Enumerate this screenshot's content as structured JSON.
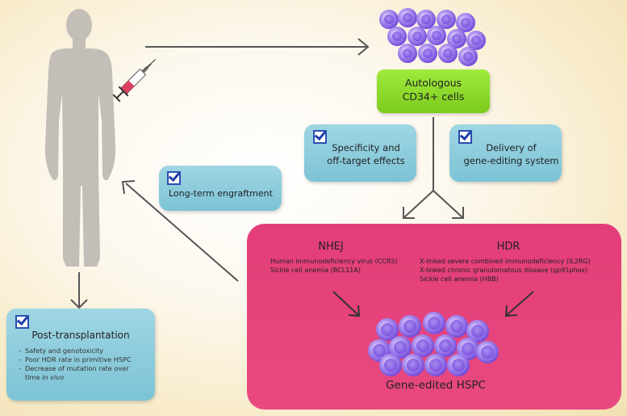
{
  "colors": {
    "teal_box": "#84c7d9",
    "green_box": "#8ddc2a",
    "pink_panel": "#e23c76",
    "cell_fill": "#8a5ee0",
    "body_gray": "#c2bdb6",
    "check_blue": "#1f3fa8"
  },
  "icons": [
    "human-figure-icon",
    "syringe-icon",
    "cell-cluster-icon",
    "checkbox-icon",
    "arrow-icon"
  ],
  "autologous": {
    "line1": "Autologous",
    "line2": "CD34+ cells"
  },
  "specificity": {
    "line1": "Specificity and",
    "line2": "off-target effects"
  },
  "delivery": {
    "line1": "Delivery of",
    "line2": "gene-editing system"
  },
  "engraftment": {
    "label": "Long-term engraftment"
  },
  "nhej": {
    "title": "NHEJ",
    "items": [
      "Human immunodeficiency virus (CCR5)",
      "Sickle cell anemia (BCL11A)"
    ]
  },
  "hdr": {
    "title": "HDR",
    "items": [
      "X-linked severe combined immunodeficiency (IL2RG)",
      "X-linked chronic granulomatous disease (gp91phox)",
      "Sickle cell anemia (HBB)"
    ]
  },
  "edited_label": "Gene-edited HSPC",
  "post": {
    "title": "Post-transplantation",
    "items": [
      "Safety and genotoxicity",
      "Poor HDR rate in primitive HSPC",
      "Decrease of mutation rate over"
    ],
    "last_line": "time",
    "last_italic": "in vivo"
  }
}
